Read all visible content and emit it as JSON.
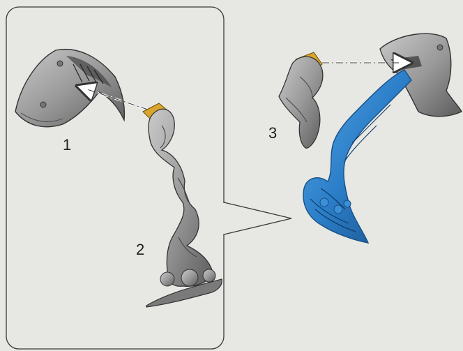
{
  "steps": [
    {
      "number": "1"
    },
    {
      "number": "2"
    },
    {
      "number": "3"
    }
  ],
  "colors": {
    "background": "#e7e7e3",
    "panel_border": "#3a3a3a",
    "miniature_grey": "#9c9c9c",
    "assembled_blue": "#2b7ec8",
    "glue_yellow": "#d9a62b",
    "arrow_white": "#ffffff"
  },
  "icons": {
    "assembly_arrow": "dash-dot-arrow-icon",
    "detail_callout": "callout-pointer-icon"
  }
}
